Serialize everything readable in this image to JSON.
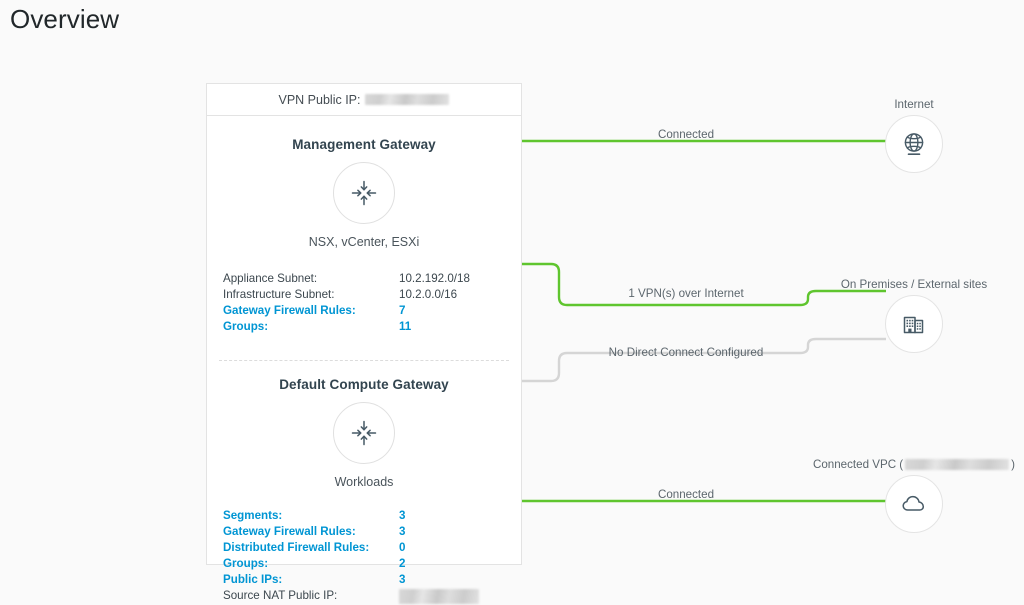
{
  "page": {
    "title": "Overview"
  },
  "colors": {
    "link": "#0095d3",
    "connected_line": "#5fc52e",
    "inactive_line": "#d5d5d5",
    "text": "#3c474e",
    "card_border": "#e3e3e3",
    "page_bg": "#fafafa"
  },
  "card": {
    "header": {
      "label": "VPN Public IP:",
      "value_redacted": true
    },
    "management_gateway": {
      "title": "Management Gateway",
      "icon": "gateway-arrows-icon",
      "subtitle": "NSX, vCenter, ESXi",
      "stats": [
        {
          "key": "Appliance Subnet:",
          "value": "10.2.192.0/18",
          "is_link": false
        },
        {
          "key": "Infrastructure Subnet:",
          "value": "10.2.0.0/16",
          "is_link": false
        },
        {
          "key": "Gateway Firewall Rules:",
          "value": "7",
          "is_link": true
        },
        {
          "key": "Groups:",
          "value": "11",
          "is_link": true
        }
      ]
    },
    "compute_gateway": {
      "title": "Default Compute Gateway",
      "icon": "gateway-arrows-icon",
      "subtitle": "Workloads",
      "stats": [
        {
          "key": "Segments:",
          "value": "3",
          "is_link": true
        },
        {
          "key": "Gateway Firewall Rules:",
          "value": "3",
          "is_link": true
        },
        {
          "key": "Distributed Firewall Rules:",
          "value": "0",
          "is_link": true
        },
        {
          "key": "Groups:",
          "value": "2",
          "is_link": true
        },
        {
          "key": "Public IPs:",
          "value": "3",
          "is_link": true
        },
        {
          "key": "Source NAT Public IP:",
          "value": "",
          "is_link": false,
          "redacted": true
        }
      ]
    }
  },
  "nodes": [
    {
      "id": "internet",
      "label": "Internet",
      "icon": "globe-icon"
    },
    {
      "id": "onprem",
      "label": "On Premises / External sites",
      "icon": "buildings-icon"
    },
    {
      "id": "vpc",
      "label_prefix": "Connected VPC (",
      "label_suffix": ")",
      "icon": "cloud-icon",
      "redacted": true
    }
  ],
  "connections": [
    {
      "id": "internet",
      "label": "Connected",
      "status": "connected"
    },
    {
      "id": "vpn",
      "label": "1 VPN(s) over Internet",
      "status": "connected"
    },
    {
      "id": "dx",
      "label": "No Direct Connect Configured",
      "status": "inactive"
    },
    {
      "id": "vpc",
      "label": "Connected",
      "status": "connected"
    }
  ]
}
